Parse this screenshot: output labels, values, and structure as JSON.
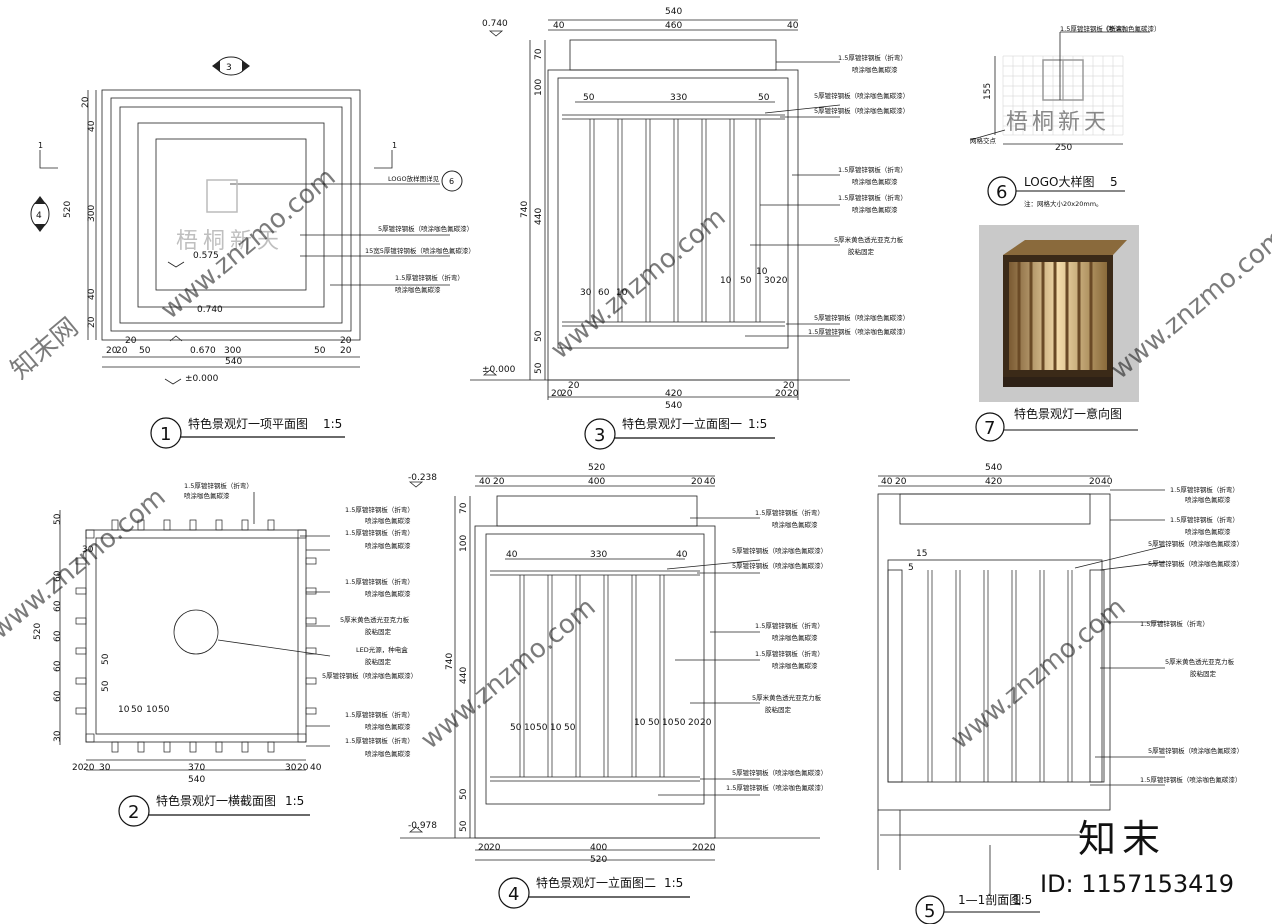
{
  "views": {
    "v1": {
      "title": "特色景观灯一项平面图",
      "scale": "1:5",
      "num": "1",
      "section_mark": "1",
      "marker3": "3",
      "marker4": "4",
      "logo_ref": "LOGO放样图详见",
      "logo_ref_num": "6",
      "logo_name": "梧桐新天",
      "levels": [
        "0.575",
        "0.740",
        "0.670",
        "±0.000"
      ],
      "notes": [
        "5厚镀锌钢板（喷涂咖色氟碳漆）",
        "15宽5厚镀锌钢板（喷涂咖色氟碳漆）",
        "1.5厚镀锌钢板（折弯）",
        "喷涂咖色氟碳漆"
      ],
      "dims_left": [
        "20",
        "20",
        "20",
        "40",
        "20",
        "300",
        "20",
        "40",
        "20",
        "20",
        "520"
      ],
      "dims_bottom": [
        "20",
        "20",
        "50",
        "20",
        "300",
        "20",
        "50",
        "20",
        "20",
        "540",
        "20",
        "20"
      ]
    },
    "v2": {
      "title": "特色景观灯一横截面图",
      "scale": "1:5",
      "num": "2",
      "notes": [
        "1.5厚镀锌钢板（折弯）",
        "喷涂咖色氟碳漆",
        "1.5厚镀锌钢板（折弯）",
        "喷涂咖色氟碳漆",
        "1.5厚镀锌钢板（折弯）",
        "喷涂咖色氟碳漆",
        "1.5厚镀锌钢板（折弯）",
        "喷涂咖色氟碳漆",
        "5厚米黄色透光亚克力板",
        "胶粘固定",
        "LED光源，种电盒",
        "胶粘固定",
        "5厚镀锌钢板（喷涂咖色氟碳漆）",
        "1.5厚镀锌钢板（折弯）",
        "喷涂咖色氟碳漆",
        "1.5厚镀锌钢板（折弯）",
        "喷涂咖色氟碳漆"
      ],
      "dims_left": [
        "50",
        "30",
        "60",
        "60",
        "60",
        "60",
        "60",
        "60",
        "60",
        "30",
        "20",
        "520",
        "50",
        "50"
      ],
      "dims_bottom": [
        "20",
        "20",
        "30",
        "370",
        "30",
        "20",
        "40",
        "540"
      ],
      "dims_inner": [
        "10",
        "50",
        "10",
        "50"
      ]
    },
    "v3": {
      "title": "特色景观灯一立面图一",
      "scale": "1:5",
      "num": "3",
      "levels": [
        "0.740",
        "±0.000"
      ],
      "dims_top": [
        "540",
        "40",
        "460",
        "40"
      ],
      "dims_inner_top": [
        "50",
        "330",
        "50"
      ],
      "dims_left": [
        "70",
        "100",
        "10",
        "440",
        "740",
        "10",
        "50",
        "50"
      ],
      "dims_bottom": [
        "20",
        "20",
        "420",
        "20",
        "20",
        "540",
        "20",
        "20"
      ],
      "dims_mid": [
        "30",
        "60",
        "10",
        "10",
        "50",
        "10",
        "30",
        "20"
      ],
      "notes": [
        "1.5厚镀锌钢板（折弯）",
        "喷涂咖色氟碳漆",
        "5厚镀锌钢板（喷涂咖色氟碳漆）",
        "5厚镀锌钢板（喷涂咖色氟碳漆）",
        "1.5厚镀锌钢板（折弯）",
        "喷涂咖色氟碳漆",
        "1.5厚镀锌钢板（折弯）",
        "喷涂咖色氟碳漆",
        "5厚米黄色透光亚克力板",
        "胶粘固定",
        "5厚镀锌钢板（喷涂咖色氟碳漆）",
        "1.5厚镀锌钢板（喷涂咖色氟碳漆）"
      ]
    },
    "v4": {
      "title": "特色景观灯一立面图二",
      "scale": "1:5",
      "num": "4",
      "levels": [
        "-0.238",
        "-0.978"
      ],
      "dims_top": [
        "520",
        "40",
        "20",
        "400",
        "20",
        "40"
      ],
      "dims_inner_top": [
        "40",
        "330",
        "40"
      ],
      "dims_left": [
        "70",
        "100",
        "10",
        "440",
        "740",
        "10",
        "50",
        "50"
      ],
      "dims_bottom": [
        "20",
        "20",
        "400",
        "20",
        "20",
        "520"
      ],
      "dims_mid": [
        "50",
        "10",
        "50",
        "10",
        "50",
        "10",
        "50",
        "10",
        "50",
        "20",
        "20"
      ],
      "notes": [
        "1.5厚镀锌钢板（折弯）",
        "喷涂咖色氟碳漆",
        "5厚镀锌钢板（喷涂咖色氟碳漆）",
        "5厚镀锌钢板（喷涂咖色氟碳漆）",
        "1.5厚镀锌钢板（折弯）",
        "喷涂咖色氟碳漆",
        "1.5厚镀锌钢板（折弯）",
        "喷涂咖色氟碳漆",
        "5厚米黄色透光亚克力板",
        "胶粘固定",
        "5厚镀锌钢板（喷涂咖色氟碳漆）",
        "1.5厚镀锌钢板（喷涂咖色氟碳漆）"
      ]
    },
    "v5": {
      "title": "1—1剖面图",
      "scale": "1:5",
      "num": "5",
      "dims_top": [
        "540",
        "40",
        "20",
        "420",
        "20",
        "40"
      ],
      "dims_small": [
        "15",
        "5"
      ],
      "notes": [
        "1.5厚镀锌钢板（折弯）",
        "喷涂咖色氟碳漆",
        "1.5厚镀锌钢板（折弯）",
        "喷涂咖色氟碳漆",
        "5厚镀锌钢板（喷涂咖色氟碳漆）",
        "5厚镀锌钢板（喷涂咖色氟碳漆）",
        "1.5厚镀锌钢板（折弯）",
        "5厚米黄色透光亚克力板",
        "胶粘固定",
        "5厚镀锌钢板（喷涂咖色氟碳漆）",
        "1.5厚镀锌钢板（喷涂咖色氟碳漆）"
      ]
    },
    "v6": {
      "title": "LOGO大样图",
      "scale": "5",
      "num": "6",
      "note": "注：网格大小20x20mm。",
      "top_note": "1.5厚镀锌钢板（折弯）",
      "top_note2": "（喷涂咖色氟碳漆）",
      "grid_label": "网格交点",
      "dim_w": "250",
      "dim_h": "155",
      "logo_name": "梧桐新天"
    },
    "v7": {
      "title": "特色景观灯一意向图",
      "num": "7"
    }
  },
  "watermark": {
    "brand": "知末",
    "id": "ID: 1157153419",
    "site": "www.znzmo.com",
    "site_cn": "知末网"
  }
}
